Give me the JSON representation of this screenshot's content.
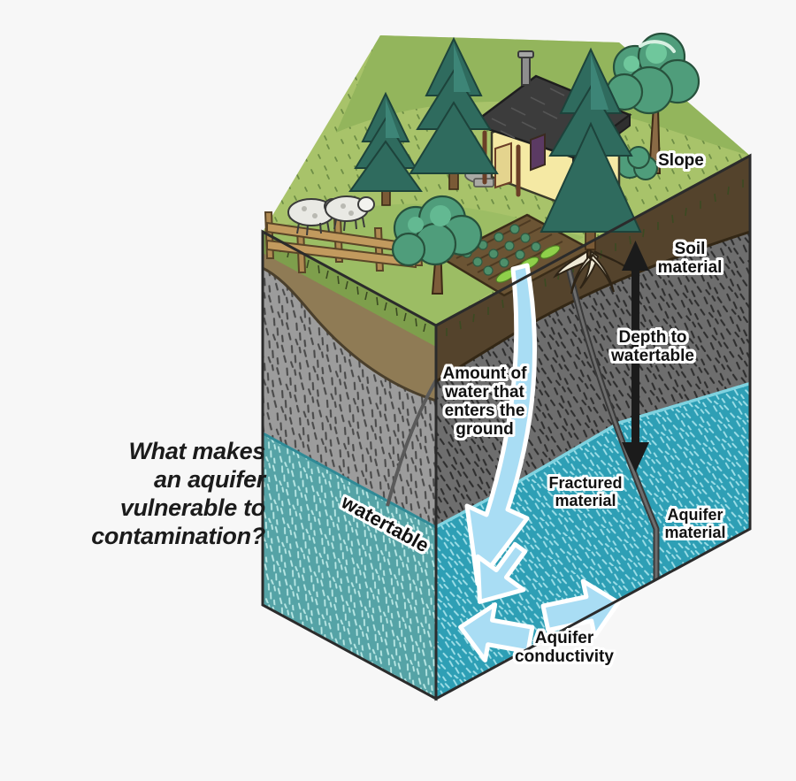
{
  "figure": {
    "kind": "3d-block-diagram",
    "subject": "groundwater aquifer vulnerability"
  },
  "question": {
    "lines": [
      "What makes",
      "an aquifer",
      "vulnerable to",
      "contamination?"
    ]
  },
  "labels": {
    "slope": "Slope",
    "soil_material": "Soil\nmaterial",
    "depth_to_watertable": "Depth to\nwatertable",
    "amount_of_water": "Amount of\nwater that\nenters the\nground",
    "fractured_material": "Fractured\nmaterial",
    "aquifer_material": "Aquifer\nmaterial",
    "aquifer_conductivity": "Aquifer\nconductivity",
    "watertable": "watertable"
  },
  "scene_elements": {
    "house": "cabin with porch and chimney",
    "conifers": "spruce trees",
    "broadleaf_trees": "deciduous trees",
    "livestock": "sheep",
    "fence": "wooden post-and-rail fence",
    "garden": "tilled garden plot with crop rows",
    "tree_roots": "tree root system",
    "fracture": "fracture line through bedrock"
  },
  "layers": [
    {
      "name": "grass surface",
      "color_left": "#a8c36a",
      "color_top": "#9dbd63"
    },
    {
      "name": "soil material",
      "color_left": "#8f7b55",
      "color_right": "#54432c"
    },
    {
      "name": "fractured material",
      "color_left": "#9c9c9c",
      "color_right": "#6e6e6e"
    },
    {
      "name": "aquifer material",
      "color_left": "#55a3a6",
      "color_right": "#2e9fb5"
    }
  ],
  "arrows": {
    "infiltration": {
      "color": "#a9ddf4",
      "direction": "down-left curved"
    },
    "depth": {
      "color": "#1b1b1b",
      "direction": "vertical double-headed"
    },
    "conductivity_1": {
      "color": "#a9ddf4",
      "direction": "right"
    },
    "conductivity_2": {
      "color": "#a9ddf4",
      "direction": "left"
    },
    "conductivity_3": {
      "color": "#a9ddf4",
      "direction": "down-left"
    }
  },
  "colors": {
    "background": "#f7f7f7",
    "outline": "#2b2b2b",
    "label_text": "#111111",
    "label_halo": "#ffffff",
    "water_arrow": "#a9ddf4",
    "aquifer_teal_left": "#55a3a6",
    "aquifer_teal_right": "#2e9fb5",
    "soil_brown_left": "#8f7b55",
    "soil_brown_right": "#54432c",
    "rock_gray_left": "#9c9c9c",
    "rock_gray_right": "#6e6e6e",
    "grass_green": "#a8c36a",
    "house_wall": "#f5e9a4",
    "roof": "#3c3c3c",
    "conifer": "#2f6b5e",
    "broadleaf": "#53a07e"
  }
}
